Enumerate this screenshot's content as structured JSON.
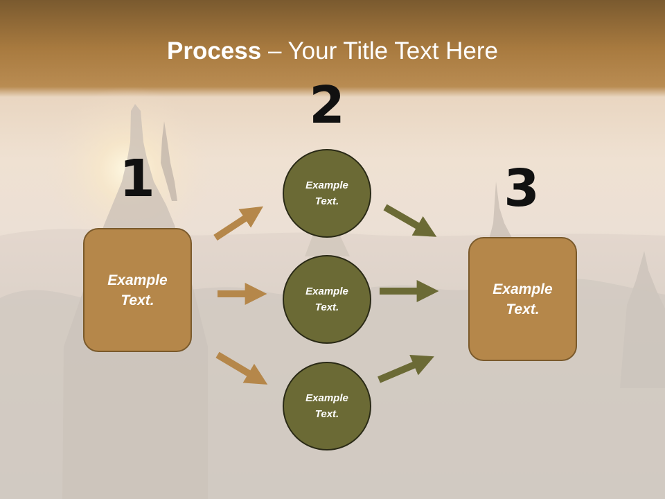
{
  "slide": {
    "title_bold": "Process",
    "title_rest": " – Your Title Text Here",
    "steps": [
      {
        "number": "1",
        "box_text": "Example\nText."
      },
      {
        "number": "2",
        "circles": [
          "Example\nText.",
          "Example\nText.",
          "Example\nText."
        ]
      },
      {
        "number": "3",
        "box_text": "Example\nText."
      }
    ]
  },
  "colors": {
    "box_fill": "#b5874a",
    "circle_fill": "#6b6a35",
    "arrow_left": "#b5874a",
    "arrow_right": "#6b6a35"
  }
}
